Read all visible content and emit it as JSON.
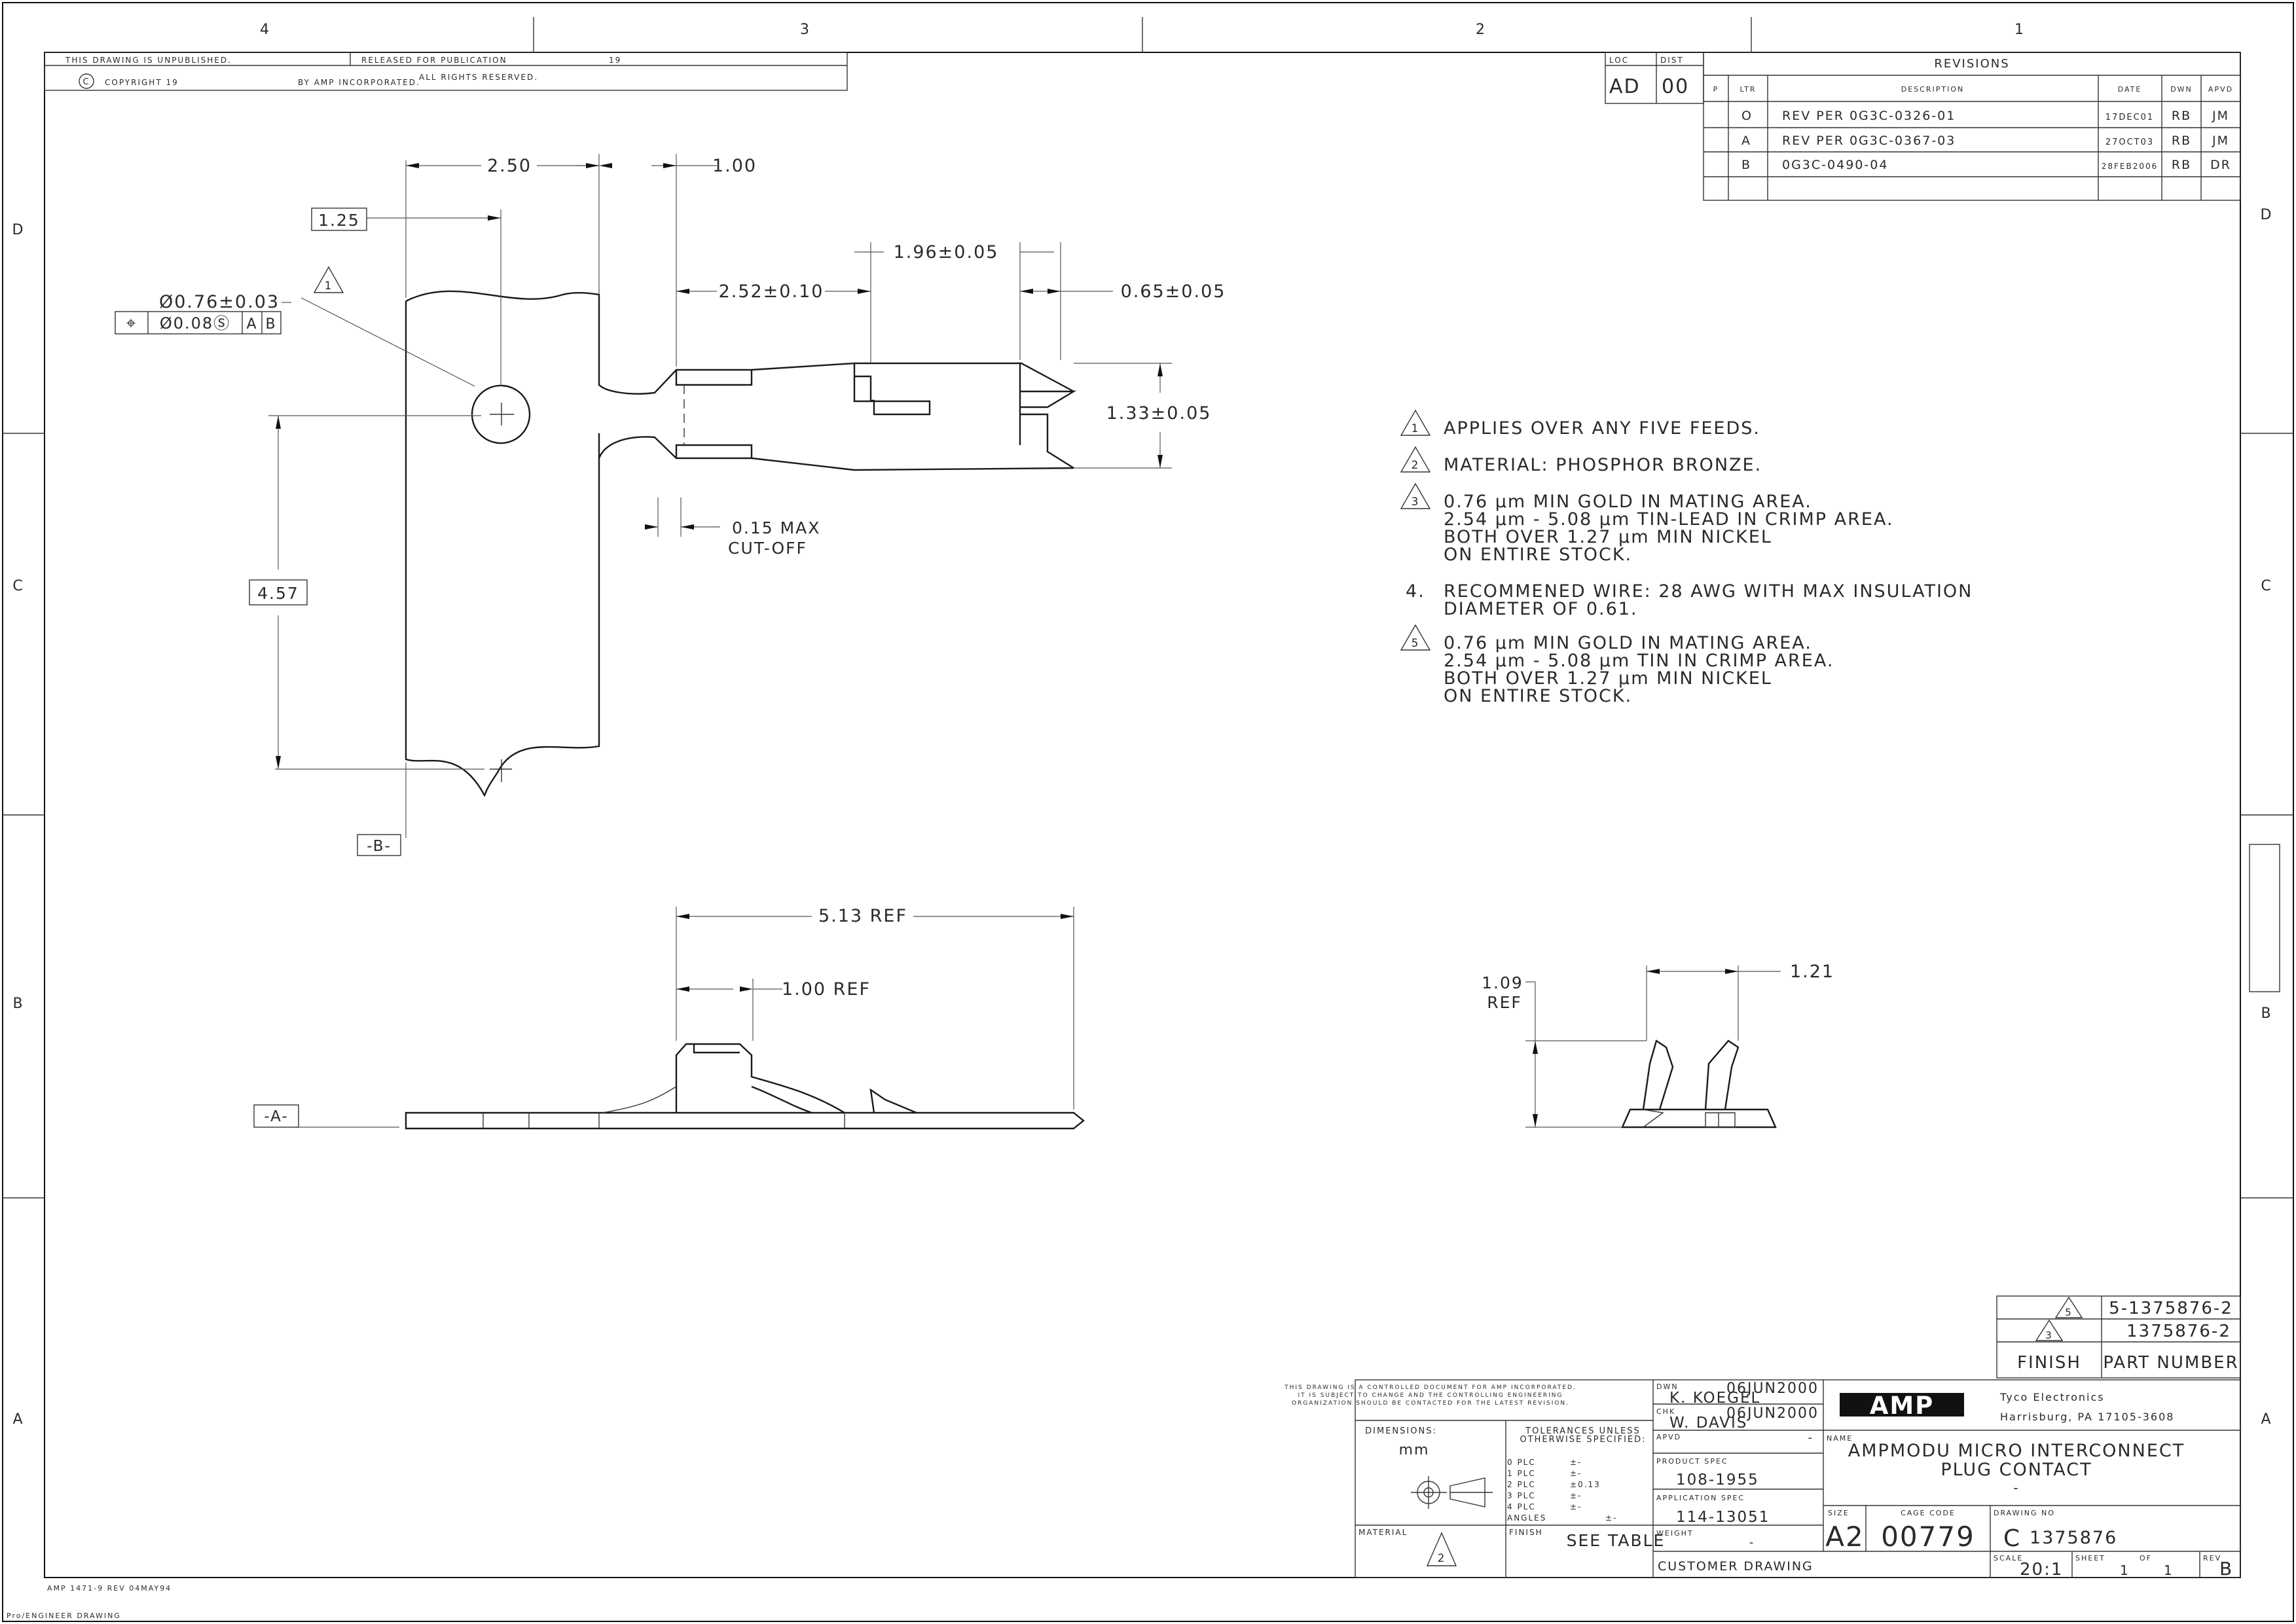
{
  "zones": {
    "cols": [
      "4",
      "3",
      "2",
      "1"
    ],
    "rows_left": [
      "D",
      "C",
      "B",
      "A"
    ],
    "rows_right": [
      "D",
      "C",
      "B",
      "A"
    ]
  },
  "header": {
    "unpublished": "THIS DRAWING IS UNPUBLISHED.",
    "released": "RELEASED FOR PUBLICATION",
    "year_mark": "19",
    "copyright": "COPYRIGHT 19",
    "by": "BY AMP INCORPORATED.",
    "rights": "ALL RIGHTS RESERVED."
  },
  "loc_dist": {
    "loc_label": "LOC",
    "loc": "AD",
    "dist_label": "DIST",
    "dist": "00"
  },
  "revisions": {
    "title": "REVISIONS",
    "headers": {
      "p": "P",
      "ltr": "LTR",
      "desc": "DESCRIPTION",
      "date": "DATE",
      "dwn": "DWN",
      "apvd": "APVD"
    },
    "rows": [
      {
        "ltr": "O",
        "desc": "REV PER 0G3C-0326-01",
        "date": "17DEC01",
        "dwn": "RB",
        "apvd": "JM"
      },
      {
        "ltr": "A",
        "desc": "REV PER 0G3C-0367-03",
        "date": "27OCT03",
        "dwn": "RB",
        "apvd": "JM"
      },
      {
        "ltr": "B",
        "desc": "0G3C-0490-04",
        "date": "28FEB2006",
        "dwn": "RB",
        "apvd": "DR"
      }
    ]
  },
  "dims": {
    "d250": "2.50",
    "d100": "1.00",
    "d125": "1.25",
    "hole": "Ø0.76±0.03",
    "gtol": {
      "sym": "⌖",
      "val": "Ø0.08Ⓢ",
      "a": "A",
      "b": "B"
    },
    "flag1": "1",
    "d252": "2.52±0.10",
    "d196": "1.96±0.05",
    "d065": "0.65±0.05",
    "d133": "1.33±0.05",
    "d015": "0.15 MAX",
    "cutoff": "CUT-OFF",
    "d457": "4.57",
    "datum_b": "-B-",
    "d513": "5.13 REF",
    "d100ref": "1.00 REF",
    "datum_a": "-A-",
    "d109": "1.09",
    "ref": "REF",
    "d121": "1.21"
  },
  "notes": [
    {
      "mark": "1",
      "lines": [
        "APPLIES OVER ANY FIVE FEEDS."
      ]
    },
    {
      "mark": "2",
      "lines": [
        "MATERIAL: PHOSPHOR BRONZE."
      ]
    },
    {
      "mark": "3",
      "lines": [
        "0.76 µm MIN GOLD IN MATING AREA.",
        "2.54 µm - 5.08 µm TIN-LEAD IN CRIMP AREA.",
        "BOTH OVER 1.27 µm MIN NICKEL",
        "ON ENTIRE STOCK."
      ]
    },
    {
      "mark": "4.",
      "lines": [
        "RECOMMENED WIRE: 28 AWG WITH MAX INSULATION",
        "DIAMETER OF 0.61."
      ]
    },
    {
      "mark": "5",
      "lines": [
        "0.76 µm MIN GOLD IN MATING AREA.",
        "2.54 µm - 5.08 µm TIN IN CRIMP AREA.",
        "BOTH OVER 1.27 µm MIN NICKEL",
        "ON ENTIRE STOCK."
      ]
    }
  ],
  "part_table": {
    "rows": [
      {
        "flag": "5",
        "part": "5-1375876-2"
      },
      {
        "flag": "3",
        "part": "1375876-2"
      }
    ],
    "finish": "FINISH",
    "part_number": "PART NUMBER"
  },
  "title_block": {
    "notice": [
      "THIS DRAWING IS A CONTROLLED DOCUMENT FOR AMP INCORPORATED.",
      "IT IS SUBJECT TO CHANGE AND THE CONTROLLING ENGINEERING",
      "ORGANIZATION SHOULD BE CONTACTED FOR THE LATEST REVISION."
    ],
    "dimensions_label": "DIMENSIONS:",
    "dimensions": "mm",
    "tol_title": [
      "TOLERANCES UNLESS",
      "OTHERWISE SPECIFIED:"
    ],
    "tol_rows": [
      {
        "k": "0 PLC",
        "v": "±-"
      },
      {
        "k": "1 PLC",
        "v": "±-"
      },
      {
        "k": "2 PLC",
        "v": "±0.13"
      },
      {
        "k": "3 PLC",
        "v": "±-"
      },
      {
        "k": "4 PLC",
        "v": "±-"
      },
      {
        "k": "ANGLES",
        "v": "±-"
      }
    ],
    "material_label": "MATERIAL",
    "material_flag": "2",
    "finish_label": "FINISH",
    "finish": "SEE TABLE",
    "dwn_label": "DWN",
    "dwn": "K. KOEGEL",
    "dwn_date": "06JUN2000",
    "chk_label": "CHK",
    "chk": "W. DAVIS",
    "chk_date": "06JUN2000",
    "apvd_label": "APVD",
    "apvd": "-",
    "product_spec_label": "PRODUCT SPEC",
    "product_spec": "108-1955",
    "app_spec_label": "APPLICATION SPEC",
    "app_spec": "114-13051",
    "weight_label": "WEIGHT",
    "weight": "-",
    "customer": "CUSTOMER DRAWING",
    "logo": "AMP",
    "company": "Tyco Electronics",
    "address": "Harrisburg, PA 17105-3608",
    "name_label": "NAME",
    "name1": "AMPMODU MICRO INTERCONNECT",
    "name2": "PLUG CONTACT",
    "name3": "-",
    "size_label": "SIZE",
    "size": "A2",
    "cage_label": "CAGE CODE",
    "cage": "00779",
    "dwg_label": "DRAWING NO",
    "dwg_prefix": "C",
    "dwg": "1375876",
    "scale_label": "SCALE",
    "scale": "20:1",
    "sheet_label": "SHEET",
    "sheet": "1",
    "of_label": "OF",
    "of": "1",
    "rev_label": "REV",
    "rev": "B"
  },
  "form": "AMP 1471-9 REV 04MAY94",
  "proengineer": "Pro/ENGINEER DRAWING"
}
